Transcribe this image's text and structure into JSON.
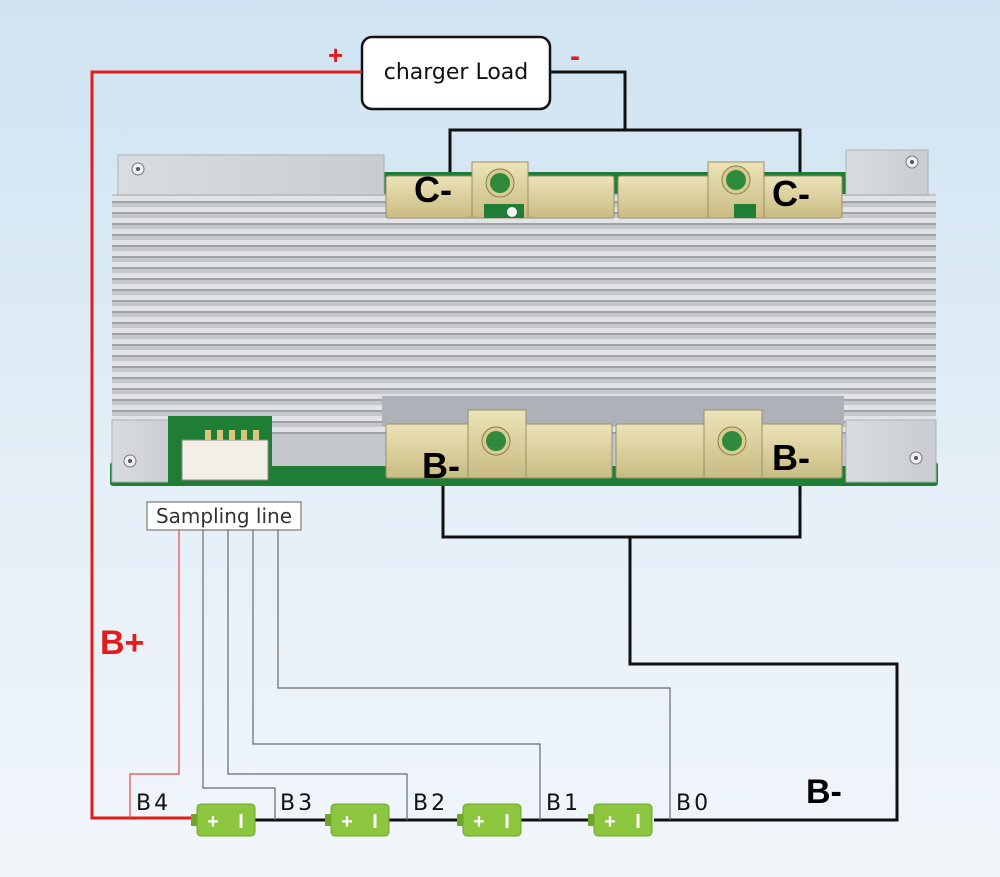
{
  "diagram": {
    "load_box_label": "charger Load",
    "load_plus_sign": "+",
    "load_minus_sign": "-",
    "terminal_c_left": "C-",
    "terminal_c_right": "C-",
    "terminal_b_left": "B-",
    "terminal_b_right": "B-",
    "sampling_label": "Sampling line",
    "b_plus_label": "B+",
    "b_minus_label": "B-",
    "tap_labels": [
      "B4",
      "B3",
      "B2",
      "B1",
      "B0"
    ],
    "cell_plus": "+",
    "cell_minus": "I",
    "cell_count": 4
  },
  "colors": {
    "positive_wire": "#e31b1b",
    "negative_wire": "#111111",
    "cell_green": "#8cc63f",
    "pcb_green": "#1f7d36",
    "copper_pad": "#d9cc8f",
    "heatsink": "#c4c7cc"
  }
}
